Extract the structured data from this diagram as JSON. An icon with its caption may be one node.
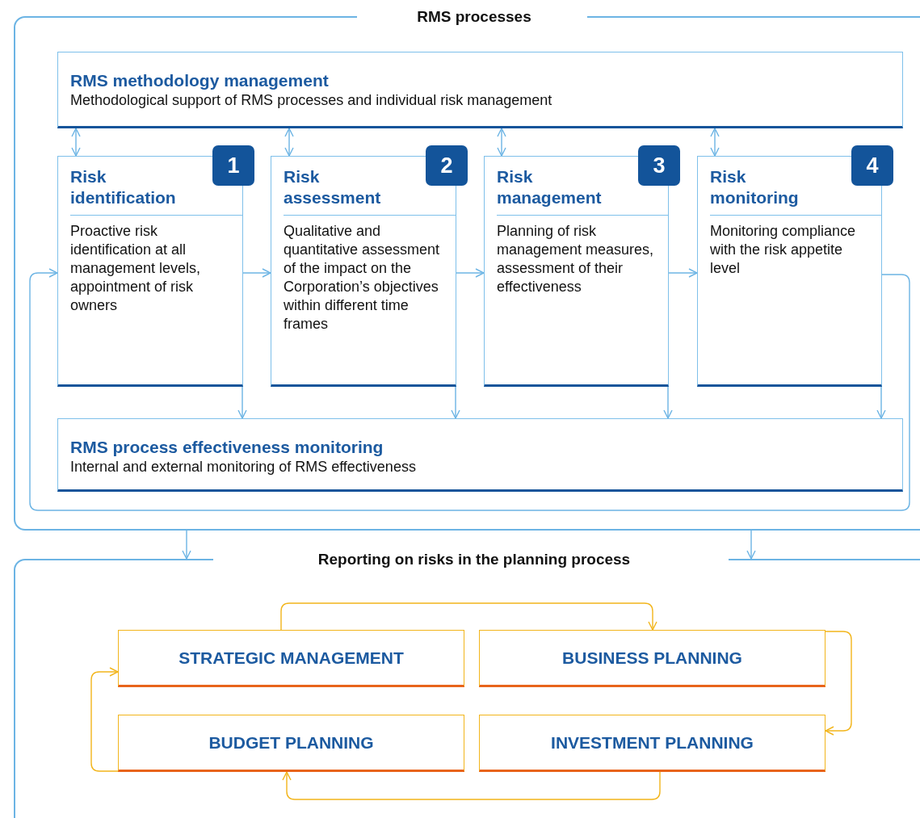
{
  "diagram": {
    "nodes": [
      {
        "text": [
          "RMS processes"
        ]
      },
      {
        "text": [
          "RMS methodology management",
          "Methodological support of RMS processes and individual risk management"
        ],
        "in": 0
      },
      {
        "text": [
          "Risk identification",
          "Proactive risk identification at all management levels, appointment of risk owners"
        ],
        "in": 0
      },
      {
        "text": [
          "1"
        ],
        "in": 0
      },
      {
        "text": [
          "Risk assessment",
          "Qualitative and quantitative assessment of the impact on the Corporation’s objectives within different time frames"
        ],
        "in": 0
      },
      {
        "text": [
          "2"
        ],
        "in": 0
      },
      {
        "text": [
          "Risk management",
          "Planning of risk management measures, assessment of their effectiveness"
        ],
        "in": 0
      },
      {
        "text": [
          "3"
        ],
        "in": 0
      },
      {
        "text": [
          "Risk monitoring",
          "Monitoring compliance with the risk appetite level"
        ],
        "in": 0
      },
      {
        "text": [
          "4"
        ],
        "in": 0
      },
      {
        "text": [
          "RMS process effectiveness monitoring",
          "Internal and external monitoring of RMS effectiveness"
        ],
        "in": 0
      },
      {
        "text": [
          "Reporting on risks in the planning process"
        ]
      },
      {
        "text": [
          "STRATEGIC MANAGEMENT"
        ],
        "in": 11
      },
      {
        "text": [
          "BUSINESS PLANNING"
        ],
        "in": 11
      },
      {
        "text": [
          "BUDGET PLANNING"
        ],
        "in": 11
      },
      {
        "text": [
          "INVESTMENT PLANNING"
        ],
        "in": 11
      }
    ],
    "edges": [
      {
        "from": 1,
        "to": 2,
        "arrow": "both"
      },
      {
        "from": 1,
        "to": 4,
        "arrow": "both"
      },
      {
        "from": 1,
        "to": 6,
        "arrow": "both"
      },
      {
        "from": 1,
        "to": 8,
        "arrow": "both"
      },
      {
        "from": 2,
        "to": 4,
        "arrow": "to"
      },
      {
        "from": 4,
        "to": 6,
        "arrow": "to"
      },
      {
        "from": 6,
        "to": 8,
        "arrow": "to"
      },
      {
        "from": 2,
        "to": 10,
        "arrow": "to"
      },
      {
        "from": 4,
        "to": 10,
        "arrow": "to"
      },
      {
        "from": 6,
        "to": 10,
        "arrow": "to"
      },
      {
        "from": 8,
        "to": 10,
        "arrow": "to"
      },
      {
        "from": 8,
        "to": 2,
        "arrow": "to"
      },
      {
        "from": 0,
        "to": 11,
        "arrow": "to"
      },
      {
        "from": 0,
        "to": 11,
        "arrow": "to"
      },
      {
        "from": 12,
        "to": 13,
        "arrow": "to",
        "color": "#f2b51b"
      },
      {
        "from": 13,
        "to": 15,
        "arrow": "to",
        "color": "#f2b51b"
      },
      {
        "from": 15,
        "to": 14,
        "arrow": "to",
        "color": "#f2b51b"
      },
      {
        "from": 14,
        "to": 12,
        "arrow": "to",
        "color": "#f2b51b"
      }
    ]
  }
}
